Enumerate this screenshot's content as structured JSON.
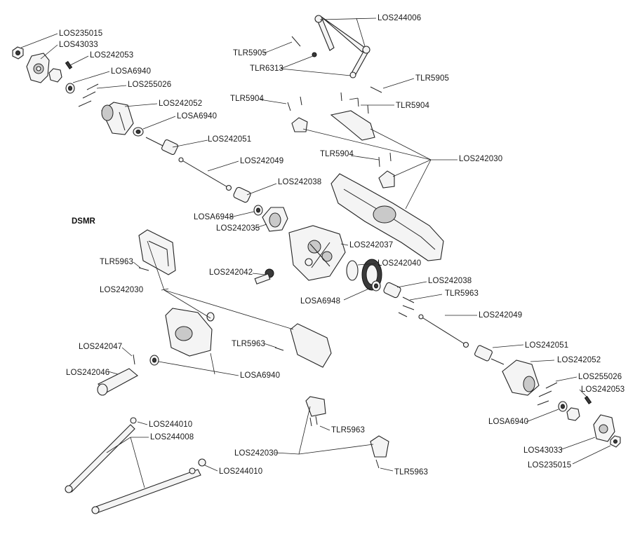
{
  "section_title": "DSMR",
  "labels": {
    "los235015_tl": "LOS235015",
    "los43033_tl": "LOS43033",
    "los242053_tl": "LOS242053",
    "losa6940_tl": "LOSA6940",
    "los255026_tl": "LOS255026",
    "los242052_tl": "LOS242052",
    "losa6940_tl2": "LOSA6940",
    "los242051_tl": "LOS242051",
    "los242049_tl": "LOS242049",
    "los242038_tl": "LOS242038",
    "losa6948_tl": "LOSA6948",
    "los242035": "LOS242035",
    "los244006": "LOS244006",
    "tlr5905_a": "TLR5905",
    "tlr6313": "TLR6313",
    "tlr5905_b": "TLR5905",
    "tlr5904_a": "TLR5904",
    "tlr5904_b": "TLR5904",
    "tlr5904_c": "TLR5904",
    "los242030_r": "LOS242030",
    "los242037": "LOS242037",
    "los242040": "LOS242040",
    "los242042": "LOS242042",
    "tlr5963_l": "TLR5963",
    "los242030_l": "LOS242030",
    "los242038_br": "LOS242038",
    "tlr5963_m": "TLR5963",
    "losa6948_br": "LOSA6948",
    "los242049_br": "LOS242049",
    "tlr5963_c": "TLR5963",
    "los242047": "LOS242047",
    "los242046": "LOS242046",
    "losa6940_c": "LOSA6940",
    "los242051_br": "LOS242051",
    "los242052_br": "LOS242052",
    "los255026_br": "LOS255026",
    "los242053_br": "LOS242053",
    "losa6940_br": "LOSA6940",
    "los43033_br": "LOS43033",
    "los235015_br": "LOS235015",
    "los244010_a": "LOS244010",
    "los244008": "LOS244008",
    "los244010_b": "LOS244010",
    "los242030_b": "LOS242030",
    "tlr5963_b1": "TLR5963",
    "tlr5963_b2": "TLR5963"
  }
}
